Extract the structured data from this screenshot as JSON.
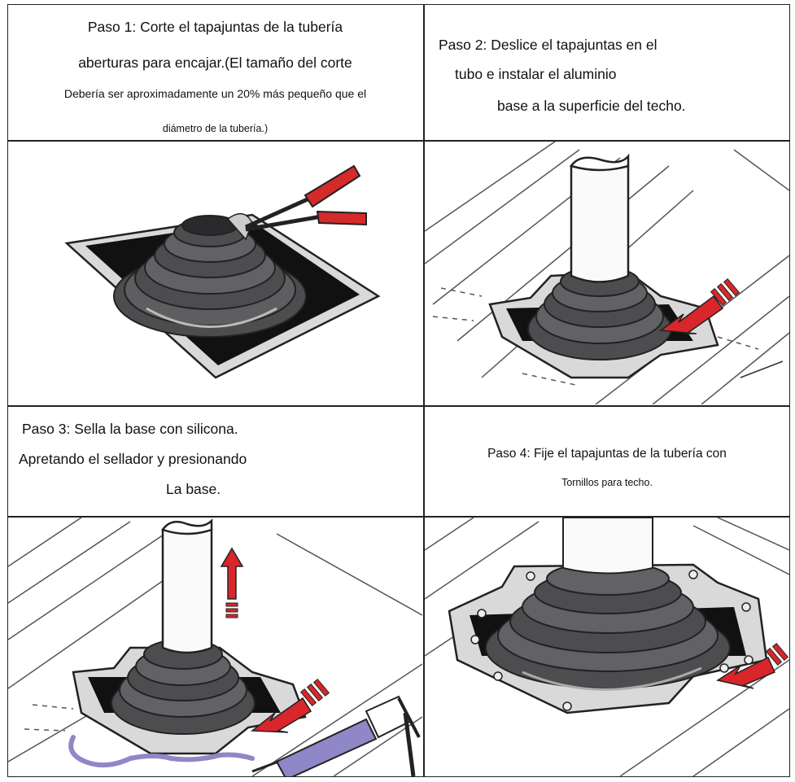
{
  "steps": [
    {
      "lines": [
        "Paso 1: Corte el tapajuntas de la tubería",
        "aberturas para encajar.(El tamaño del corte",
        "Debería ser aproximadamente un 20% más pequeño que el",
        "diámetro de la tubería.)"
      ]
    },
    {
      "lines": [
        "Paso 2: Deslice el tapajuntas en el",
        "tubo e instalar el aluminio",
        "base a la superficie del techo."
      ]
    },
    {
      "lines": [
        "Paso 3: Sella la base con silicona.",
        "Apretando el sellador y presionando",
        "La base."
      ]
    },
    {
      "lines": [
        "Paso 4: Fije el tapajuntas de la tubería con",
        "Tornillos para techo."
      ]
    }
  ],
  "colors": {
    "border": "#222222",
    "boot": "#5a5a5c",
    "base": "#d9d9d9",
    "arrow": "#d9262b",
    "handle": "#d52a2a",
    "sealant": "#8f87c7"
  }
}
